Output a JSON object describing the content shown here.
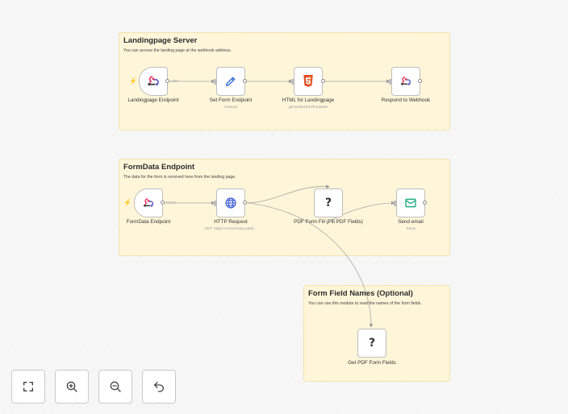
{
  "stickies": [
    {
      "title": "Landingpage Server",
      "text": "You can access the landing page at the webhook address."
    },
    {
      "title": "FormData Endpoint",
      "text": "The data for the form is received here from the landing page."
    },
    {
      "title": "Form Field Names (Optional)",
      "text": "You can use this module to read the names of the form fields."
    }
  ],
  "nodes": {
    "landingpage_endpoint": {
      "label": "Landingpage Endpoint",
      "icon": "webhook-icon"
    },
    "set_form_endpoint": {
      "label": "Set Form Endpoint",
      "sublabel": "manual",
      "icon": "pencil-icon"
    },
    "html_for_landingpage": {
      "label": "HTML for Landingpage",
      "sublabel": "generateHtmlTemplate",
      "icon": "html5-icon"
    },
    "respond_to_webhook": {
      "label": "Respond to Webhook",
      "icon": "webhook-icon"
    },
    "formdata_endpoint": {
      "label": "FormData Endpoint",
      "icon": "webhook-icon"
    },
    "http_request": {
      "label": "HTTP Request",
      "sublabel": "GET: https://community.addb...",
      "icon": "globe-icon"
    },
    "pdf_form_fill": {
      "label": "PDF Form Fill (Fill PDF Fields)",
      "glyph": "?"
    },
    "send_email": {
      "label": "Send email",
      "sublabel": "Send",
      "icon": "mail-icon"
    },
    "get_pdf_form_fields": {
      "label": "Get PDF Form Fields",
      "glyph": "?"
    }
  },
  "edges": {
    "get_label": "GET",
    "post_label": "POST"
  },
  "trigger_glyph": "⚡",
  "colors": {
    "sticky_bg": "#fff6d9",
    "webhook_red": "#e0365a",
    "html_orange": "#e44d26",
    "pencil_blue": "#3a6fd8",
    "globe_blue": "#3f5fd6",
    "mail_green": "#19a97b",
    "trigger_red": "#ff5b5b"
  },
  "toolbar": [
    {
      "name": "fit-view-button",
      "icon": "fullscreen-icon"
    },
    {
      "name": "zoom-in-button",
      "icon": "zoom-in-icon"
    },
    {
      "name": "zoom-out-button",
      "icon": "zoom-out-icon"
    },
    {
      "name": "reset-zoom-button",
      "icon": "undo-icon"
    }
  ]
}
